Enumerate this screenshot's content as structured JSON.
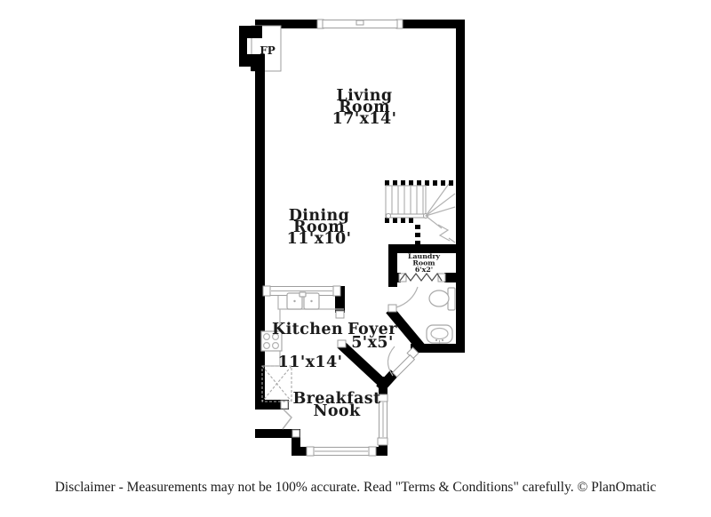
{
  "colors": {
    "wall": "#000000",
    "fixture_line": "#a8a8a8",
    "window_stroke": "#9e9e9e",
    "label_text": "#1b1b1b",
    "background": "#ffffff"
  },
  "rooms": {
    "living": {
      "title_1": "Living",
      "title_2": "Room",
      "dims": "17'x14'"
    },
    "dining": {
      "title_1": "Dining",
      "title_2": "Room",
      "dims": "11'x10'"
    },
    "kitchen": {
      "title_1": "Kitchen",
      "dims": "11'x14'"
    },
    "foyer": {
      "title_1": "Foyer",
      "dims": "5'x5'"
    },
    "breakfast": {
      "title_1": "Breakfast",
      "title_2": "Nook"
    },
    "laundry": {
      "title_1": "Laundry",
      "title_2": "Room",
      "dims": "6'x2'"
    }
  },
  "fireplace": {
    "label": "FP"
  },
  "footer": {
    "disclaimer": "Disclaimer - Measurements may not be 100% accurate. Read \"Terms & Conditions\" carefully. © PlanOmatic"
  }
}
